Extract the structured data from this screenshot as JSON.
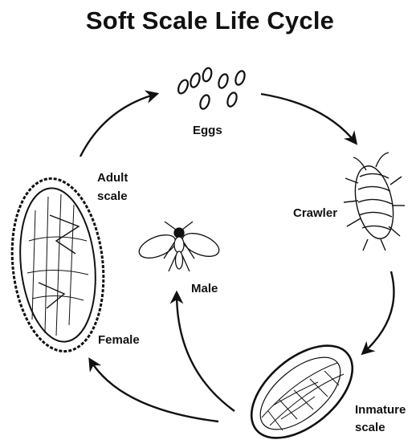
{
  "title": "Soft Scale Life Cycle",
  "stages": {
    "eggs": "Eggs",
    "crawler": "Crawler",
    "inmature_line1": "Inmature",
    "inmature_line2": "scale",
    "female": "Female",
    "male": "Male",
    "adult_line1": "Adult",
    "adult_line2": "scale"
  }
}
